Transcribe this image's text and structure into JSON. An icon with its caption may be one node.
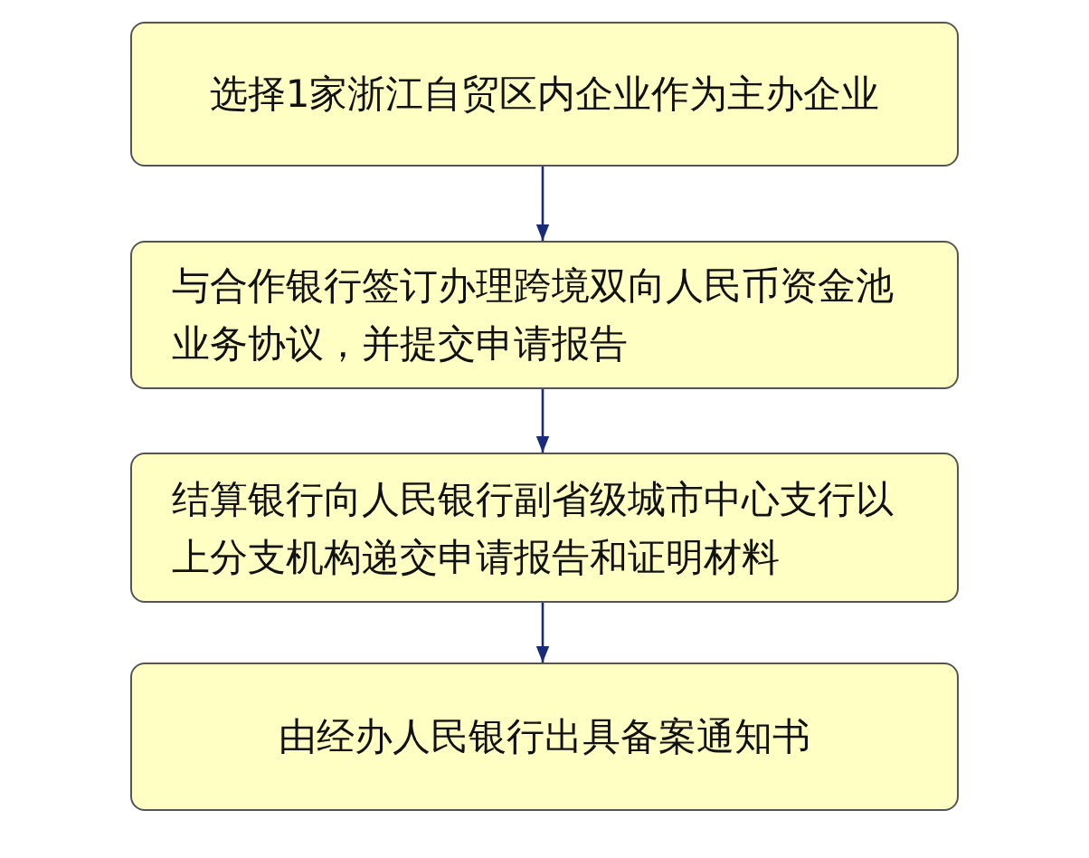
{
  "diagram": {
    "nodes": [
      {
        "text": [
          "选择1家浙江自贸区内企业作为主办企业"
        ]
      },
      {
        "text": [
          "与合作银行签订办理跨境双向人民币资金池业务协议，并提交申请报告"
        ]
      },
      {
        "text": [
          "结算银行向人民银行副省级城市中心支行以上分支机构递交申请报告和证明材料"
        ]
      },
      {
        "text": [
          "由经办人民银行出具备案通知书"
        ]
      }
    ],
    "edges": [
      {
        "from": 0,
        "to": 1,
        "arrow": "to"
      },
      {
        "from": 1,
        "to": 2,
        "arrow": "to"
      },
      {
        "from": 2,
        "to": 3,
        "arrow": "to"
      }
    ]
  }
}
